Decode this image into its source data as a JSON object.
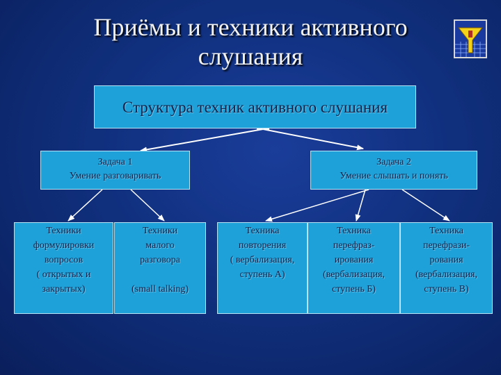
{
  "title": {
    "line1": "Приёмы и техники активного",
    "line2": "слушания"
  },
  "logo": {
    "icon": "funnel-emblem-icon"
  },
  "root": {
    "label": "Структура техник активного слушания"
  },
  "tasks": [
    {
      "title": "Задача 1",
      "subtitle": "Умение разговаривать"
    },
    {
      "title": "Задача 2",
      "subtitle": "Умение слышать и понять"
    }
  ],
  "techniques": [
    {
      "lines": [
        "Техники",
        "формулировки",
        "вопросов",
        "( открытых и",
        "закрытых)"
      ]
    },
    {
      "lines": [
        "Техники",
        "малого",
        "разговора",
        "",
        "(small talking)"
      ]
    },
    {
      "lines": [
        "Техника",
        "повторения",
        "( вербализация,",
        "ступень А)"
      ]
    },
    {
      "lines": [
        "Техника",
        "перефраз-",
        "ирования",
        "(вербализация,",
        "ступень Б)"
      ]
    },
    {
      "lines": [
        "Техника",
        "перефрази-",
        "рования",
        "(вербализация,",
        "ступень В)"
      ]
    }
  ],
  "colors": {
    "box_fill": "#1ea0d8",
    "box_text": "#10224a",
    "arrow": "#ffffff",
    "background": "#10307e"
  }
}
